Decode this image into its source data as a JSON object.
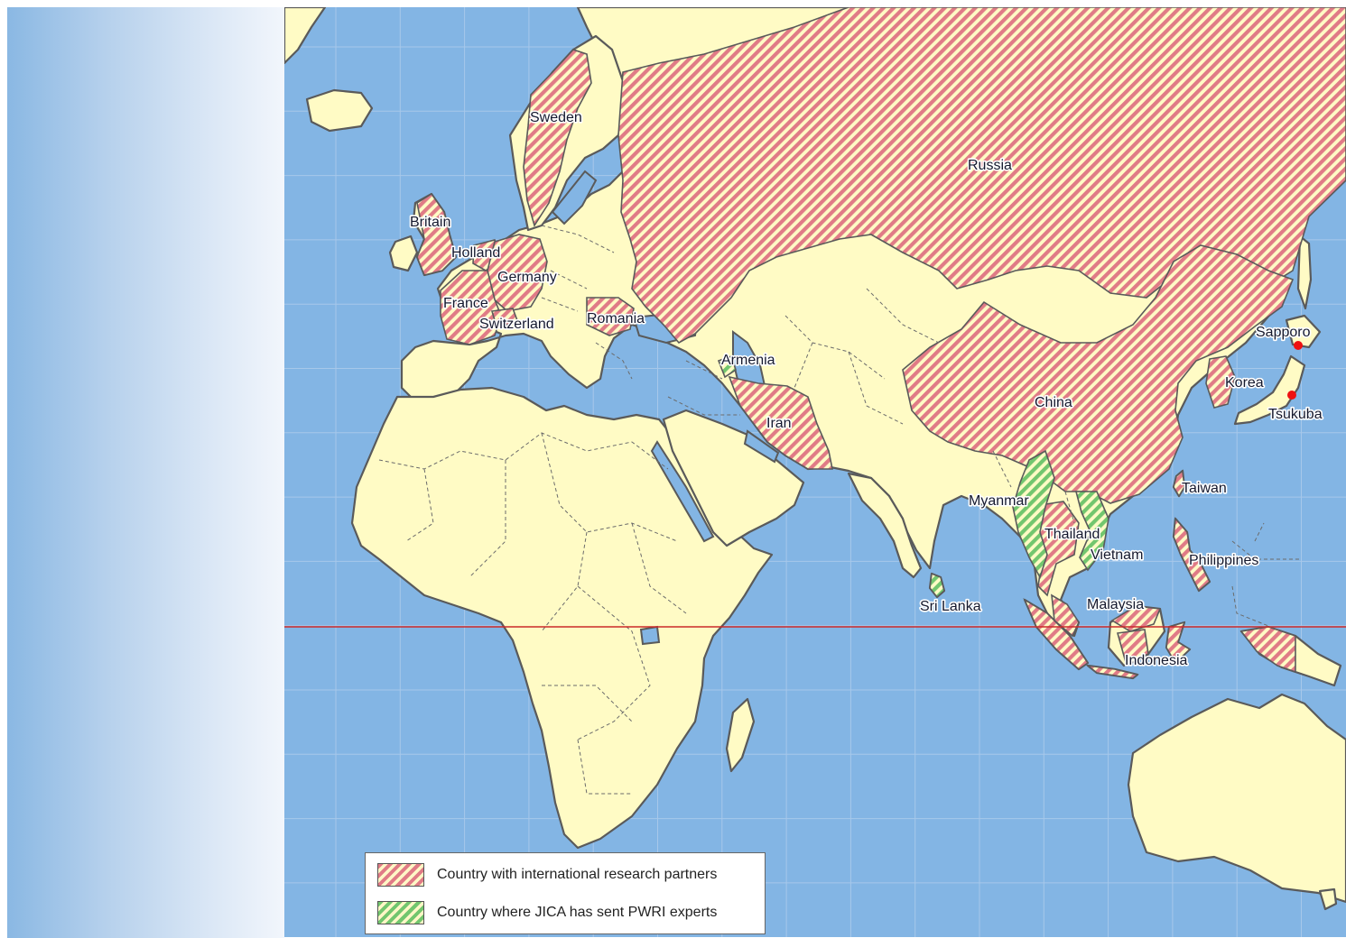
{
  "colors": {
    "ocean": "#83b5e4",
    "land": "#fffbc5",
    "coast": "#5a5a5a",
    "grid": "#a7c8ea",
    "equator": "#cc2a2a",
    "partner_hatch": "#e07b86",
    "jica_hatch": "#72c66e",
    "city_marker": "#ee1111"
  },
  "legend": {
    "partner_label": "Country with international research partners",
    "jica_label": "Country where JICA has sent PWRI experts"
  },
  "countries": {
    "partners": [
      "Sweden",
      "Russia",
      "Britain",
      "Holland",
      "Germany",
      "France",
      "Switzerland",
      "Romania",
      "Iran",
      "China",
      "Korea",
      "Taiwan",
      "Thailand",
      "Philippines",
      "Malaysia",
      "Indonesia"
    ],
    "jica": [
      "Armenia",
      "Myanmar",
      "Vietnam",
      "Sri Lanka"
    ]
  },
  "labels": {
    "sweden": "Sweden",
    "russia": "Russia",
    "britain": "Britain",
    "holland": "Holland",
    "germany": "Germany",
    "france": "France",
    "switzerland": "Switzerland",
    "romania": "Romania",
    "armenia": "Armenia",
    "iran": "Iran",
    "china": "China",
    "korea": "Korea",
    "taiwan": "Taiwan",
    "myanmar": "Myanmar",
    "thailand": "Thailand",
    "vietnam": "Vietnam",
    "philippines": "Philippines",
    "sri_lanka": "Sri Lanka",
    "malaysia": "Malaysia",
    "indonesia": "Indonesia",
    "sapporo": "Sapporo",
    "tsukuba": "Tsukuba"
  },
  "cities": [
    {
      "name": "Sapporo",
      "marker": "red-dot"
    },
    {
      "name": "Tsukuba",
      "marker": "red-dot"
    }
  ]
}
